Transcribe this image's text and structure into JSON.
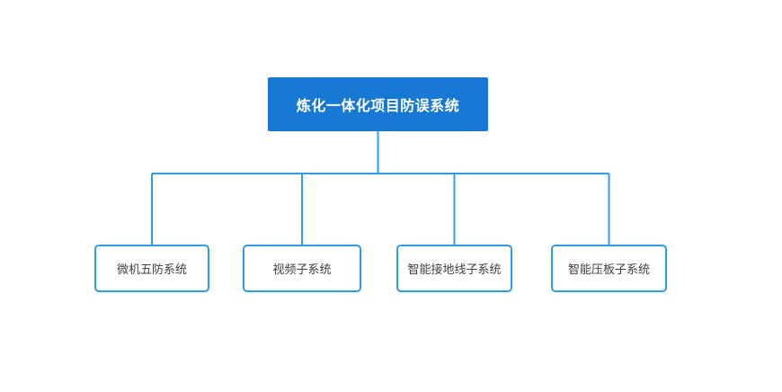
{
  "diagram": {
    "type": "org-chart",
    "root": {
      "label": "炼化一体化项目防误系统"
    },
    "children": [
      {
        "label": "微机五防系统"
      },
      {
        "label": "视频子系统"
      },
      {
        "label": "智能接地线子系统"
      },
      {
        "label": "智能压板子系统"
      }
    ]
  },
  "colors": {
    "root_fill": "#1779D4",
    "root_text": "#FFFFFF",
    "connector": "#2D9BF0",
    "child_border": "#2D9BF0",
    "child_fill": "#FFFFFF",
    "child_text": "#404040",
    "canvas_bg": "#FFFFFF"
  }
}
